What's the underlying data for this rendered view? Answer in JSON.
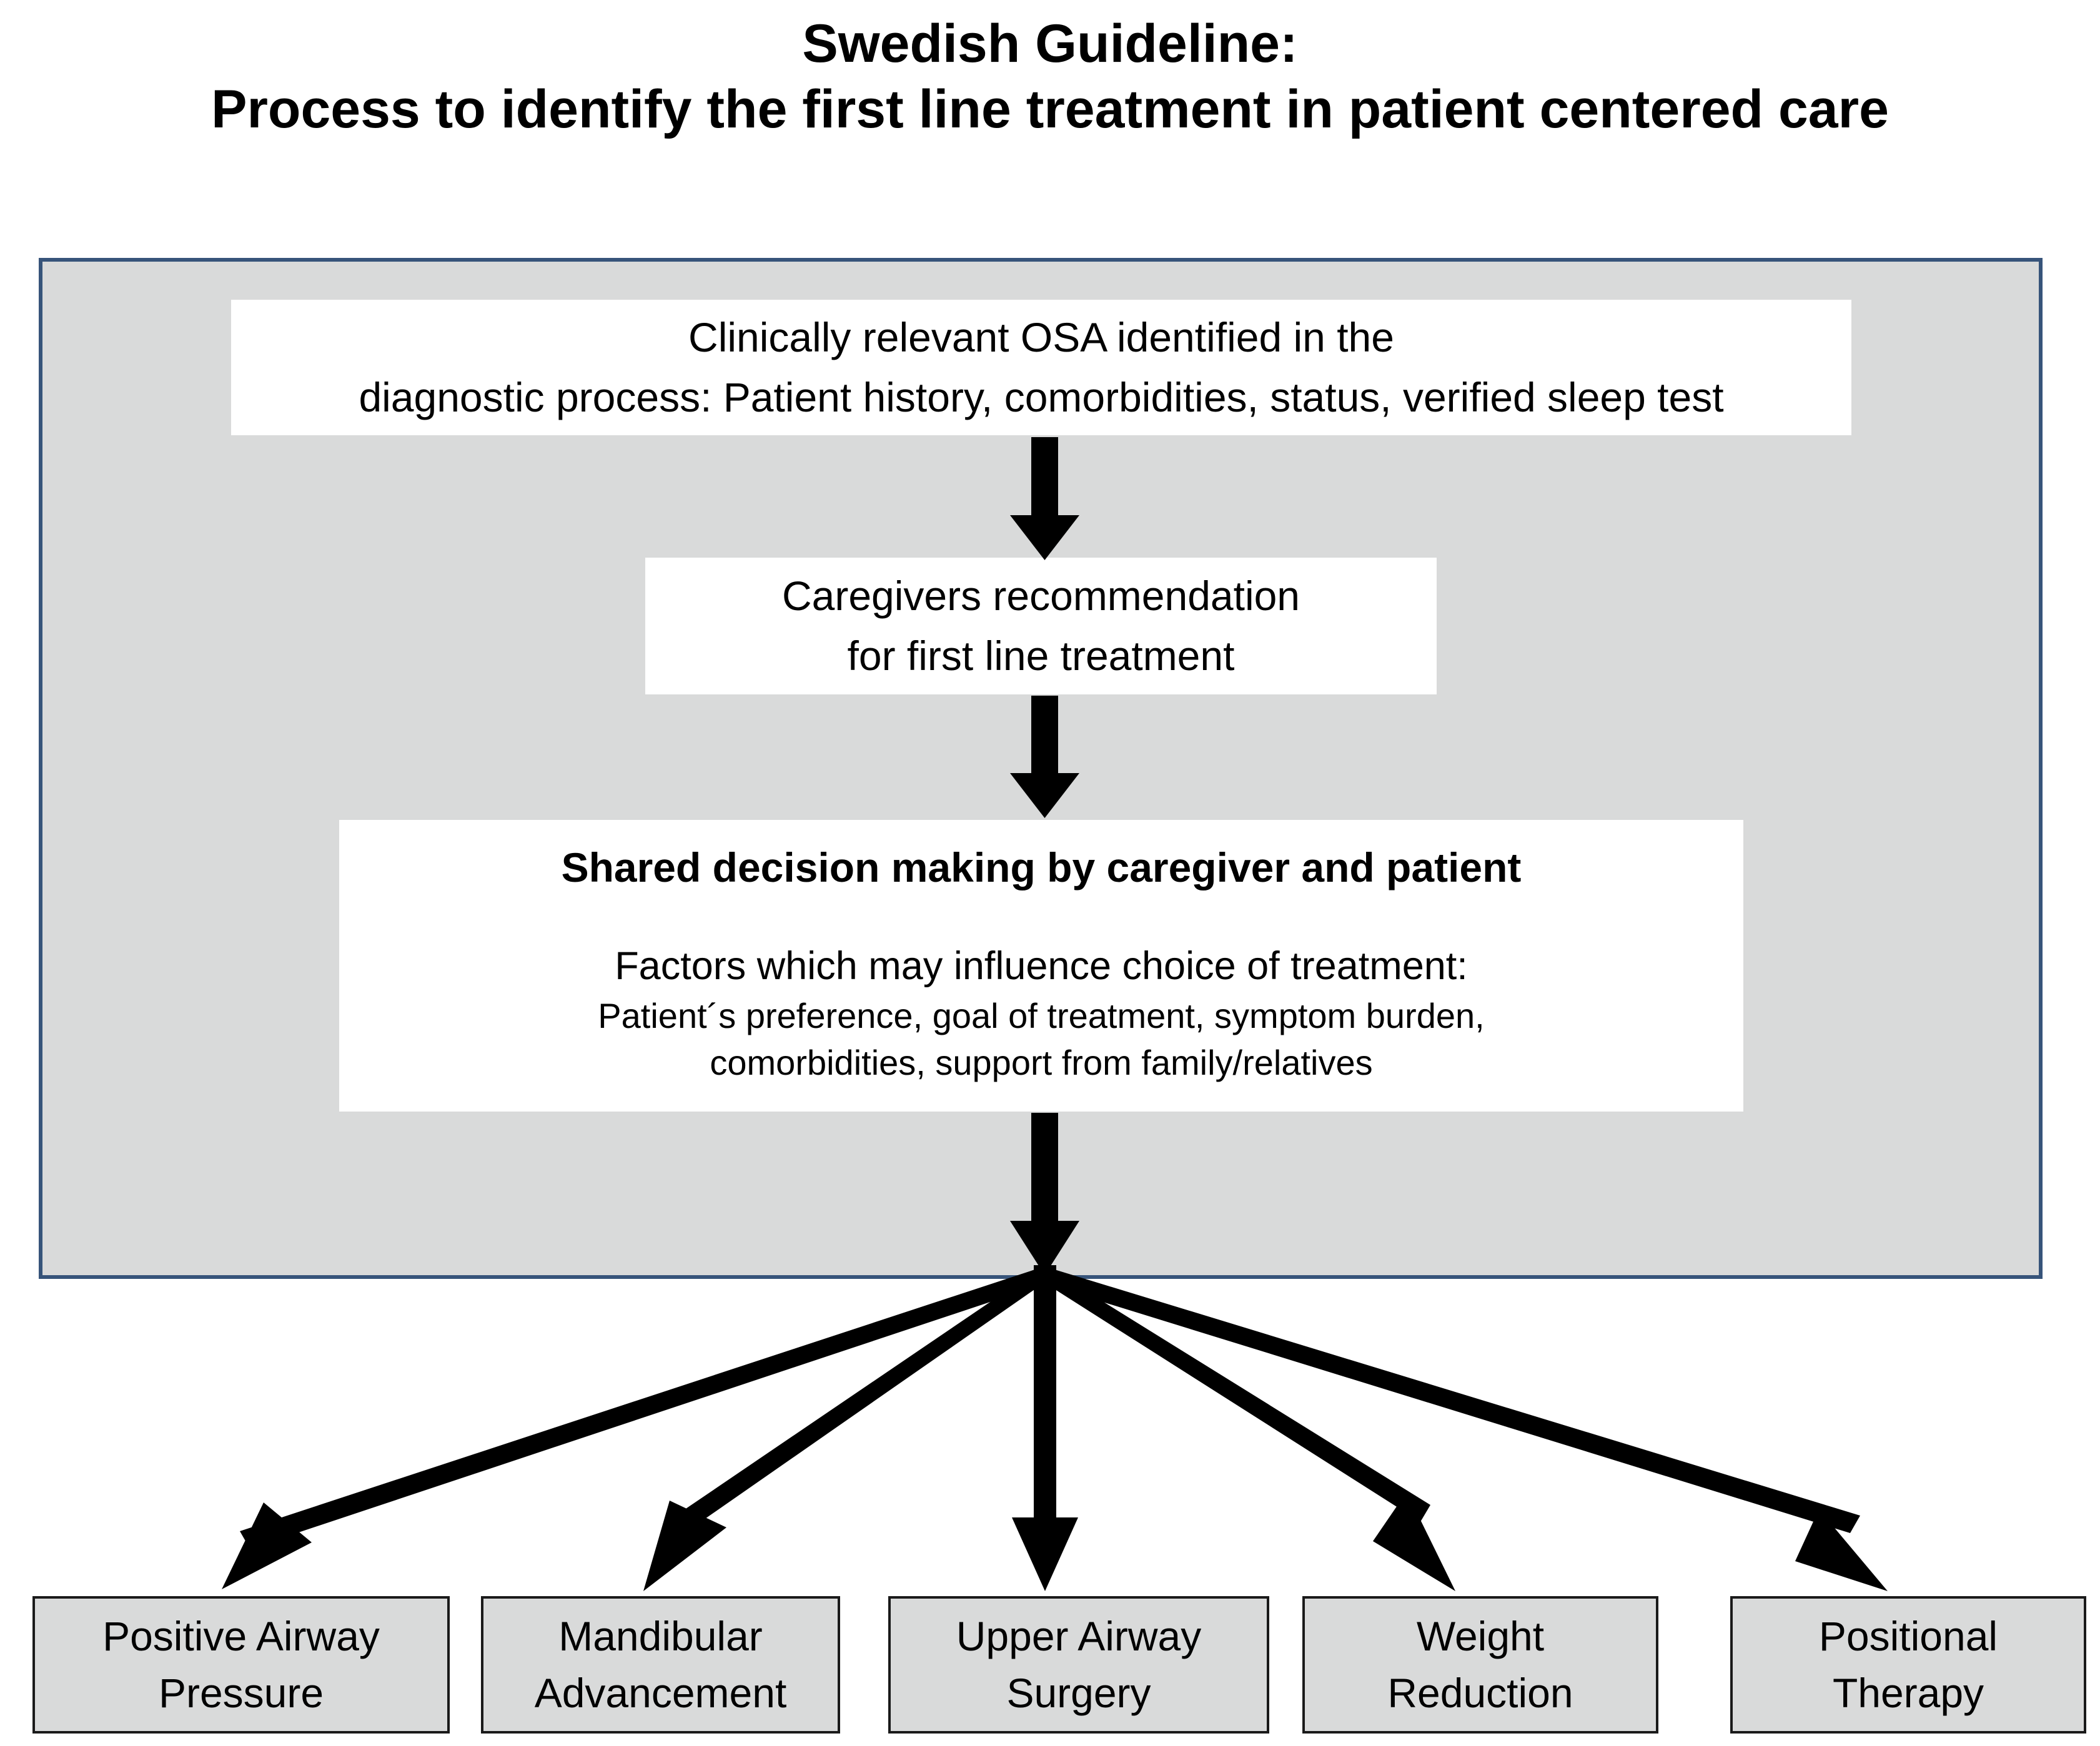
{
  "title": {
    "line1": "Swedish Guideline:",
    "line2": "Process to identify the first line treatment in patient centered care"
  },
  "colors": {
    "panel_fill": "#d9dada",
    "panel_border": "#37547a",
    "box_fill": "#ffffff",
    "treatment_fill": "#d9dada",
    "treatment_border": "#1a1a1a",
    "arrow": "#000000",
    "text": "#000000"
  },
  "flow": {
    "diagnostic_box": {
      "line1": "Clinically relevant OSA identified in the",
      "line2": "diagnostic process: Patient history, comorbidities, status, verified sleep test"
    },
    "recommendation_box": {
      "line1": "Caregivers recommendation",
      "line2": "for first line treatment"
    },
    "shared_decision_box": {
      "heading": "Shared decision making by caregiver and patient",
      "factors_lead": "Factors which may influence choice of treatment:",
      "factors_line1": "Patient´s preference, goal of treatment, symptom burden,",
      "factors_line2": "comorbidities, support from family/relatives"
    }
  },
  "treatments": [
    {
      "line1": "Positive Airway",
      "line2": "Pressure"
    },
    {
      "line1": "Mandibular",
      "line2": "Advancement"
    },
    {
      "line1": "Upper Airway",
      "line2": "Surgery"
    },
    {
      "line1": "Weight",
      "line2": "Reduction"
    },
    {
      "line1": "Positional",
      "line2": "Therapy"
    }
  ]
}
